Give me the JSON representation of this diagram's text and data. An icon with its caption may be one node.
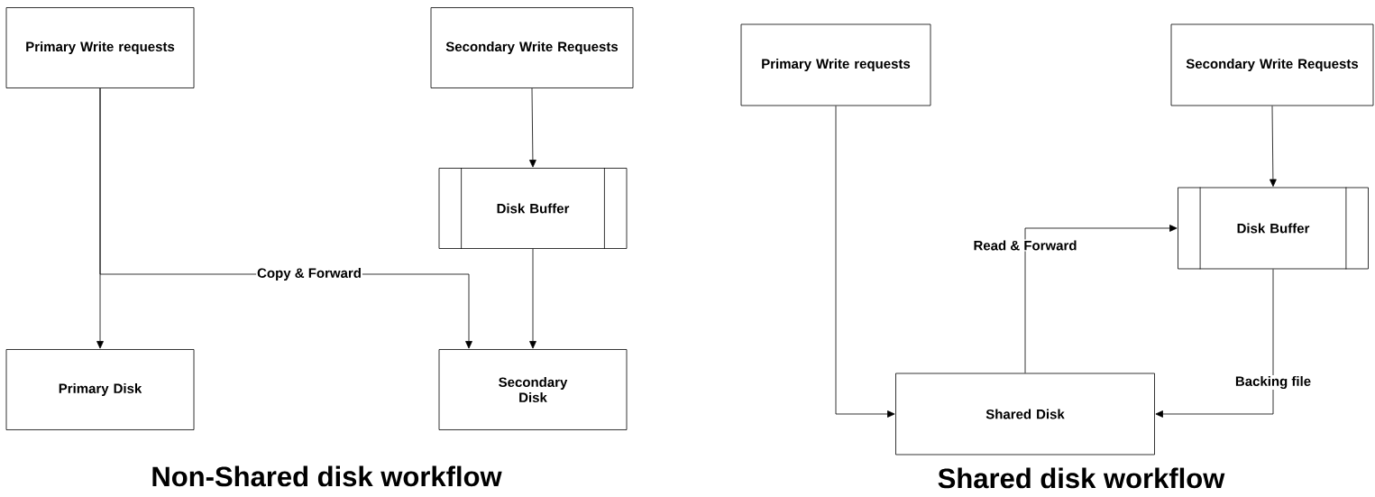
{
  "diagram": {
    "nodes": [
      {
        "text": [
          "Primary Write requests"
        ]
      },
      {
        "text": [
          "Secondary Write Requests"
        ]
      },
      {
        "text": [
          "Disk Buffer"
        ]
      },
      {
        "text": [
          "Primary Disk"
        ]
      },
      {
        "text": [
          "Secondary Disk"
        ]
      },
      {
        "text": [
          "Primary Write requests"
        ]
      },
      {
        "text": [
          "Secondary Write Requests"
        ]
      },
      {
        "text": [
          "Disk Buffer"
        ]
      },
      {
        "text": [
          "Shared Disk"
        ]
      }
    ],
    "edges": [
      {
        "from": 0,
        "to": 3,
        "arrow": "to"
      },
      {
        "from": 0,
        "to": 4,
        "arrow": "to",
        "label": "Copy & Forward"
      },
      {
        "from": 1,
        "to": 2,
        "arrow": "to"
      },
      {
        "from": 2,
        "to": 4,
        "arrow": "to"
      },
      {
        "from": 5,
        "to": 8,
        "arrow": "to"
      },
      {
        "from": 6,
        "to": 7,
        "arrow": "to"
      },
      {
        "from": 8,
        "to": 7,
        "arrow": "to",
        "label": "Read & Forward"
      },
      {
        "from": 7,
        "to": 8,
        "arrow": "to",
        "label": "Backing file"
      }
    ],
    "labels": [
      "Non-Shared disk workflow",
      "Shared disk workflow"
    ]
  }
}
